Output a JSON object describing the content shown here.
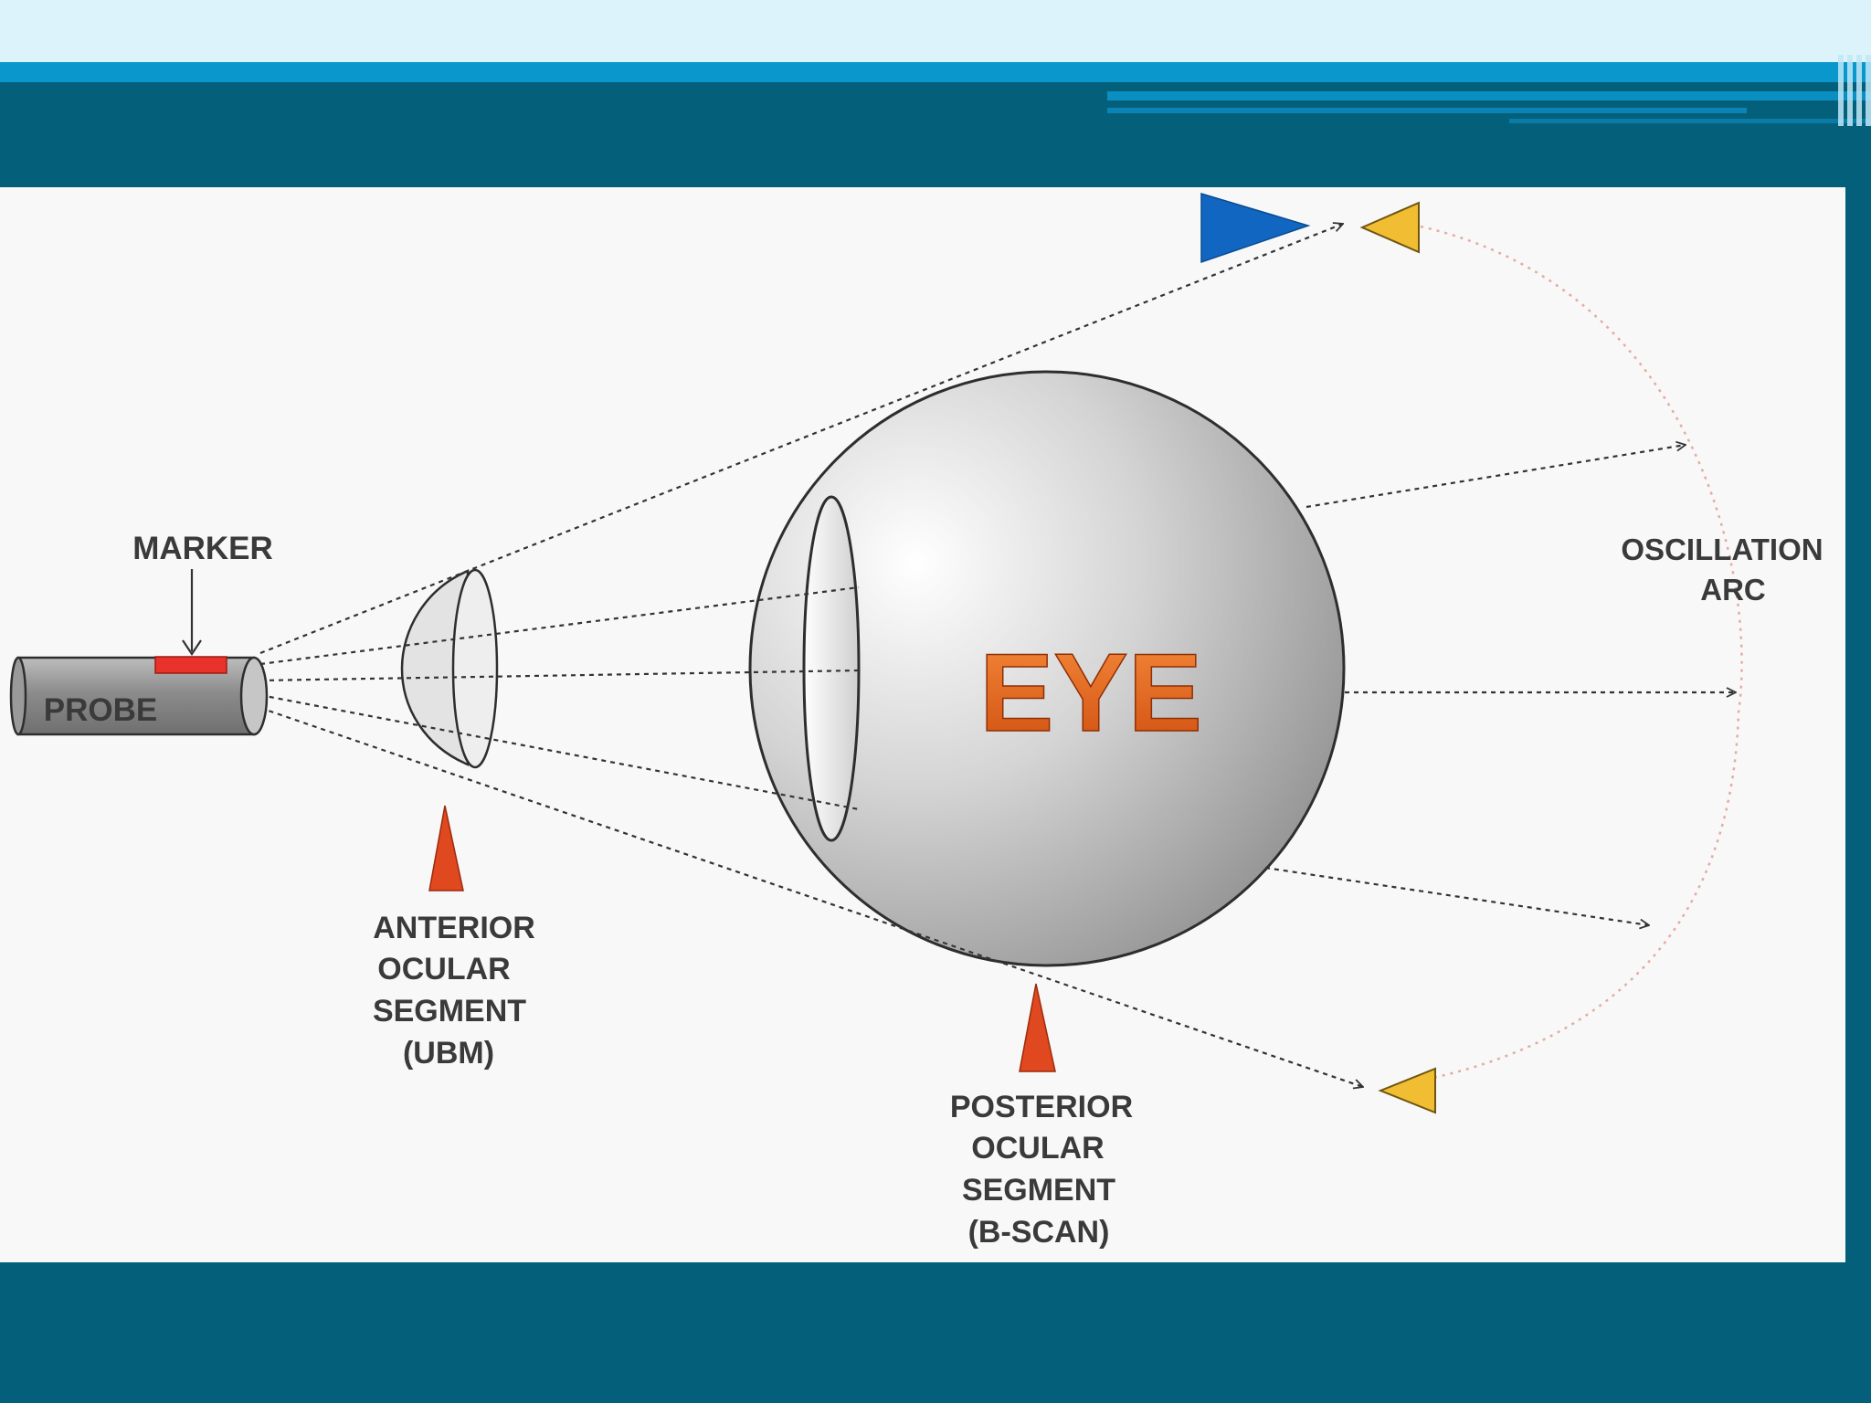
{
  "diagram": {
    "labels": {
      "marker": "MARKER",
      "probe": "PROBE",
      "eye": "EYE",
      "oscillation": [
        "OSCILLATION",
        "ARC"
      ],
      "anterior": [
        "ANTERIOR",
        "OCULAR",
        "SEGMENT",
        "(UBM)"
      ],
      "posterior": [
        "POSTERIOR",
        "OCULAR",
        "SEGMENT",
        "(B-SCAN)"
      ]
    },
    "colors": {
      "slide_background": "#045f7a",
      "top_band": "#dcf3fb",
      "accent_stripe": "#0a97cc",
      "probe_body": "#8a8a8a",
      "marker": "#e8322b",
      "eye_text": "#e2681f",
      "pointer": "#e0481f",
      "blue_indicator": "#1166c2",
      "yellow_indicator": "#f1bd33",
      "oscillation_arc": "#e4aca0",
      "beam_lines": "#333333"
    },
    "icons": [
      "probe-icon",
      "marker-icon",
      "eye-globe-icon",
      "lens-icon",
      "pointer-triangle-icon",
      "direction-triangle-icon"
    ]
  }
}
